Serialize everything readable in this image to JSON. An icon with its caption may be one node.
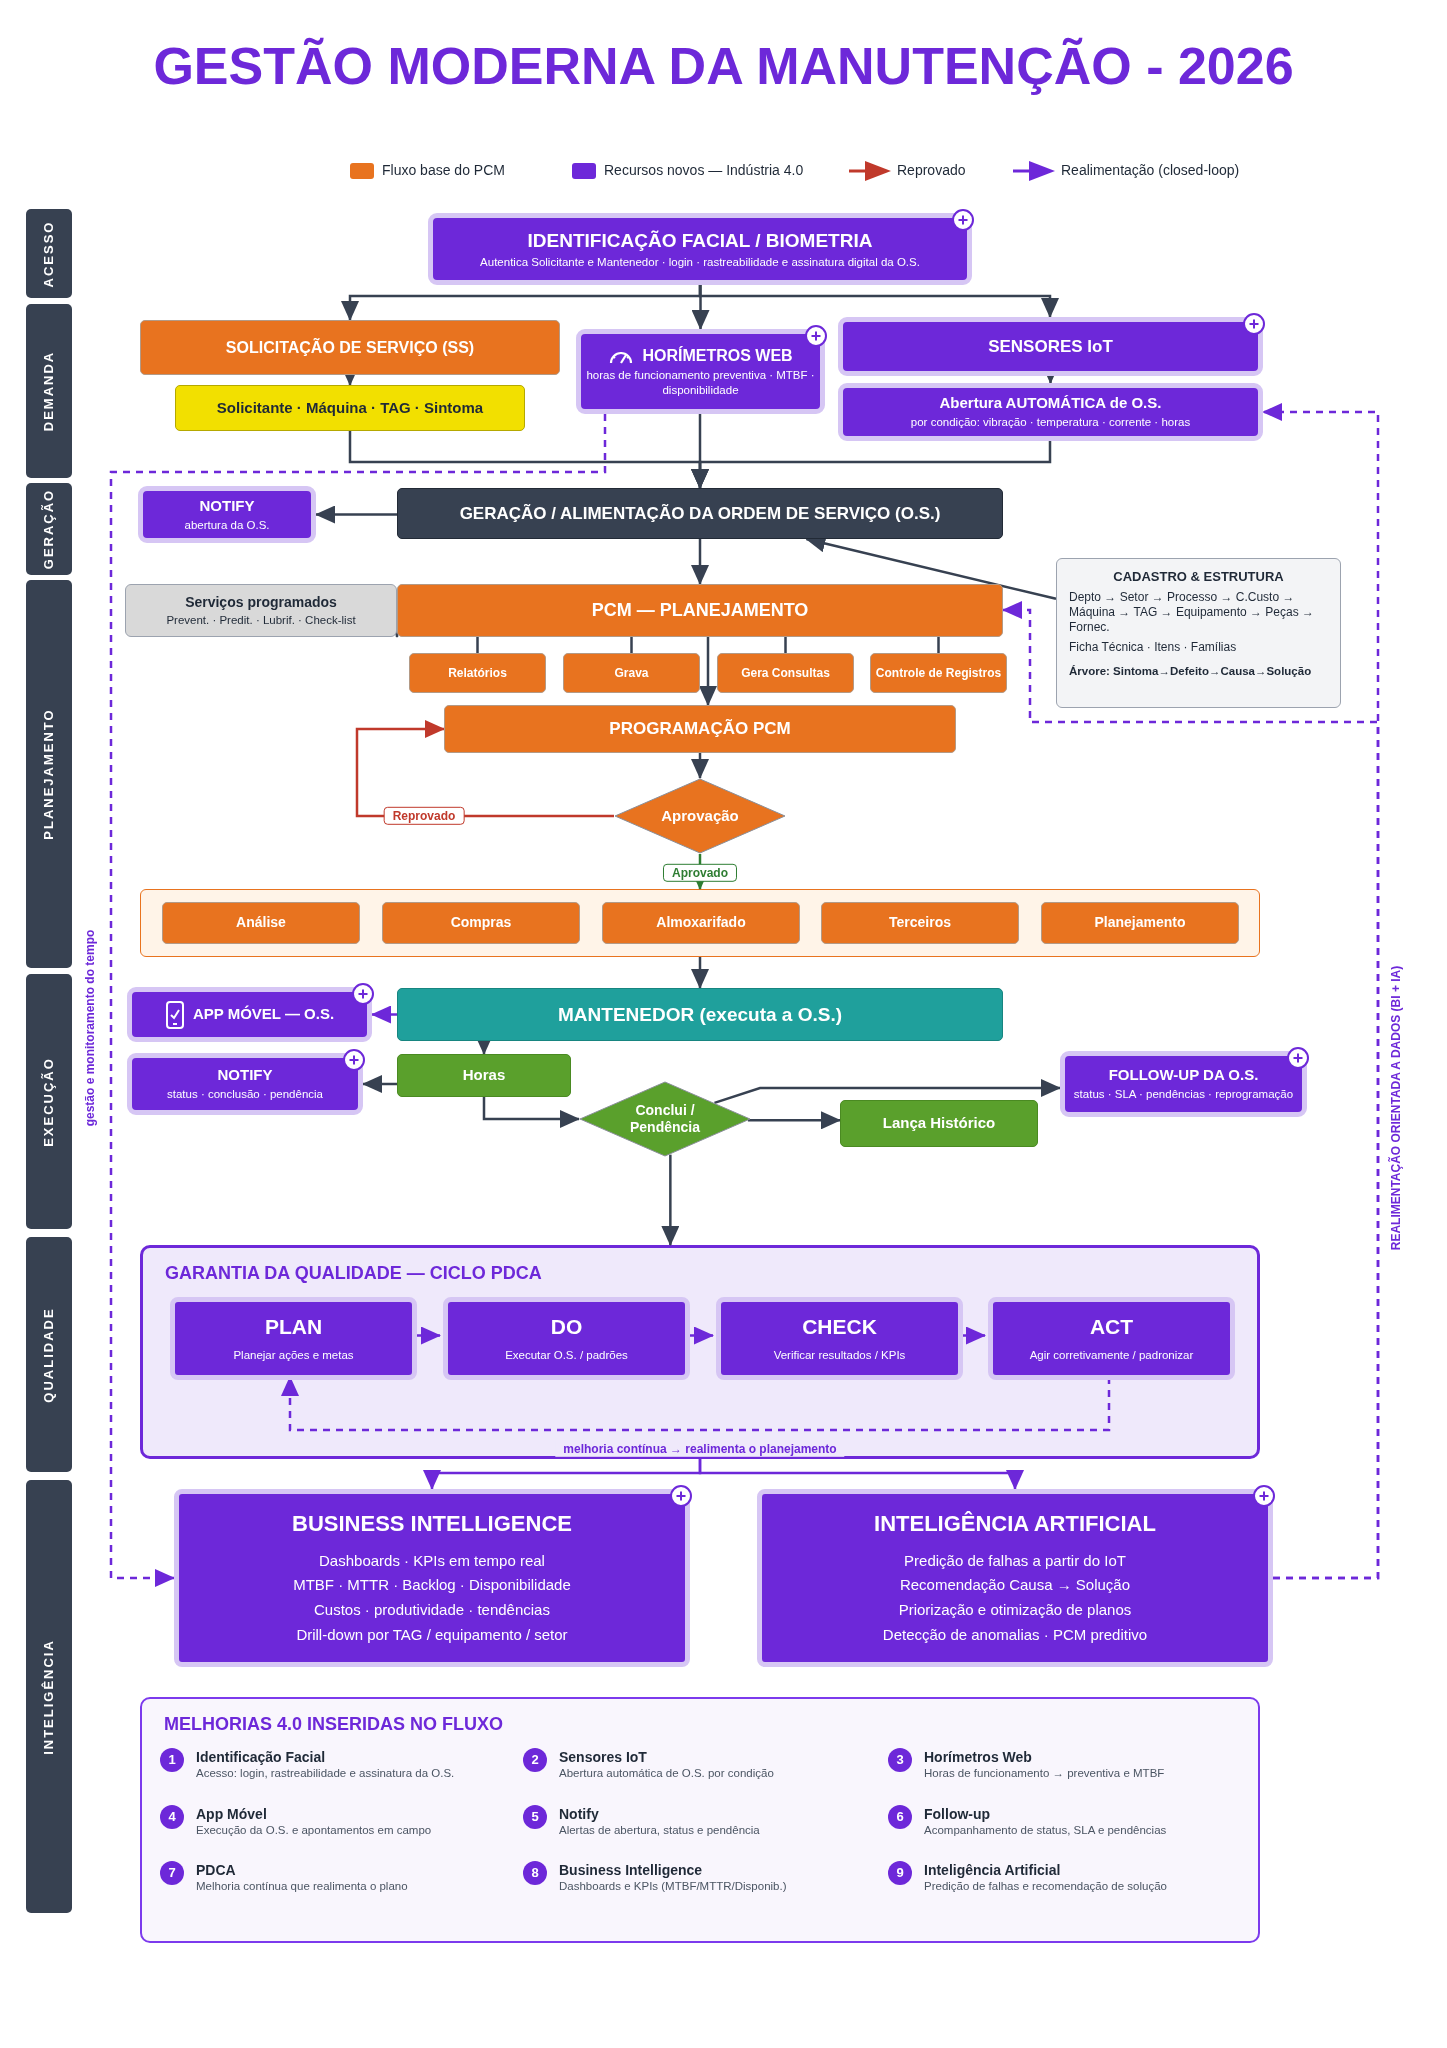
{
  "diagram": {
    "title": "GESTÃO MODERNA DA MANUTENÇÃO - 2026",
    "nodes": [
      {
        "text": [
          "IDENTIFICAÇÃO FACIAL / BIOMETRIA",
          "Autentica Solicitante e Mantenedor · login · rastreabilidade e assinatura digital da O.S."
        ]
      },
      {
        "text": [
          "SOLICITAÇÃO DE SERVIÇO (SS)"
        ]
      },
      {
        "text": [
          "Solicitante · Máquina · TAG · Sintoma"
        ]
      },
      {
        "text": [
          "HORÍMETROS WEB",
          "horas de funcionamento preventiva · MTBF · disponibilidade"
        ]
      },
      {
        "text": [
          "SENSORES IoT"
        ]
      },
      {
        "text": [
          "Abertura AUTOMÁTICA de O.S.",
          "por condição: vibração · temperatura · corrente · horas"
        ]
      },
      {
        "text": [
          "NOTIFY",
          "abertura da O.S."
        ]
      },
      {
        "text": [
          "GERAÇÃO / ALIMENTAÇÃO DA ORDEM DE SERVIÇO (O.S.)"
        ]
      },
      {
        "text": [
          "CADASTRO & ESTRUTURA",
          "Depto → Setor → Processo → C.Custo → Máquina → TAG → Equipamento → Peças → Fornec.",
          "Ficha Técnica · Itens · Famílias",
          "Árvore: Sintoma→Defeito→Causa→Solução"
        ]
      },
      {
        "text": [
          "Serviços programados",
          "Prevent. · Predit. · Lubrif. · Check-list"
        ]
      },
      {
        "text": [
          "PCM — PLANEJAMENTO"
        ]
      },
      {
        "text": [
          "Relatórios"
        ]
      },
      {
        "text": [
          "Grava"
        ]
      },
      {
        "text": [
          "Gera Consultas"
        ]
      },
      {
        "text": [
          "Controle de Registros"
        ]
      },
      {
        "text": [
          "PROGRAMAÇÃO PCM"
        ]
      },
      {
        "text": [
          "Aprovação"
        ]
      },
      {
        "text": [],
        "shape": "box"
      },
      {
        "text": [
          "Análise"
        ],
        "in": 17
      },
      {
        "text": [
          "Compras"
        ],
        "in": 17
      },
      {
        "text": [
          "Almoxarifado"
        ],
        "in": 17
      },
      {
        "text": [
          "Terceiros"
        ],
        "in": 17
      },
      {
        "text": [
          "Planejamento"
        ],
        "in": 17
      },
      {
        "text": [
          "APP MÓVEL — O.S."
        ]
      },
      {
        "text": [
          "MANTENEDOR (executa a O.S.)"
        ]
      },
      {
        "text": [
          "NOTIFY",
          "status · conclusão · pendência"
        ]
      },
      {
        "text": [
          "Horas"
        ]
      },
      {
        "text": [
          "Conclui / Pendência"
        ]
      },
      {
        "text": [
          "Lança Histórico"
        ]
      },
      {
        "text": [
          "FOLLOW-UP DA O.S.",
          "status · SLA · pendências · reprogramação"
        ]
      },
      {
        "text": [
          "GARANTIA DA QUALIDADE — CICLO PDCA"
        ]
      },
      {
        "text": [
          "PLAN",
          "Planejar ações e metas"
        ],
        "in": 30
      },
      {
        "text": [
          "DO",
          "Executar O.S. / padrões"
        ],
        "in": 30
      },
      {
        "text": [
          "CHECK",
          "Verificar resultados / KPIs"
        ],
        "in": 30
      },
      {
        "text": [
          "ACT",
          "Agir corretivamente / padronizar"
        ],
        "in": 30
      },
      {
        "text": [
          "BUSINESS INTELLIGENCE",
          "Dashboards · KPIs em tempo real",
          "MTBF · MTTR · Backlog · Disponibilidade",
          "Custos · produtividade · tendências",
          "Drill-down por TAG / equipamento / setor"
        ]
      },
      {
        "text": [
          "INTELIGÊNCIA ARTIFICIAL",
          "Predição de falhas a partir do IoT",
          "Recomendação Causa → Solução",
          "Priorização e otimização de planos",
          "Detecção de anomalias · PCM preditivo"
        ]
      },
      {
        "text": [
          "MELHORIAS 4.0 INSERIDAS NO FLUXO"
        ]
      },
      {
        "text": [
          "ACESSO"
        ]
      },
      {
        "text": [
          "DEMANDA"
        ]
      },
      {
        "text": [
          "GERAÇÃO"
        ]
      },
      {
        "text": [
          "PLANEJAMENTO"
        ]
      },
      {
        "text": [
          "EXECUÇÃO"
        ]
      },
      {
        "text": [
          "QUALIDADE"
        ]
      },
      {
        "text": [
          "INTELIGÊNCIA"
        ]
      }
    ],
    "edges": [
      {
        "from": 0,
        "to": 1,
        "arrow": "to"
      },
      {
        "from": 0,
        "to": 3,
        "arrow": "to"
      },
      {
        "from": 0,
        "to": 4,
        "arrow": "to"
      },
      {
        "from": 1,
        "to": 2,
        "arrow": "to"
      },
      {
        "from": 4,
        "to": 5,
        "arrow": "to"
      },
      {
        "from": 2,
        "to": 7,
        "arrow": "to"
      },
      {
        "from": 3,
        "to": 7,
        "arrow": "to"
      },
      {
        "from": 5,
        "to": 7,
        "arrow": "to"
      },
      {
        "from": 7,
        "to": 6,
        "arrow": "to"
      },
      {
        "from": 8,
        "to": 7,
        "arrow": "to"
      },
      {
        "from": 7,
        "to": 10,
        "arrow": "to"
      },
      {
        "from": 9,
        "to": 10,
        "arrow": "to"
      },
      {
        "from": 10,
        "to": 11,
        "arrow": "none"
      },
      {
        "from": 10,
        "to": 12,
        "arrow": "none"
      },
      {
        "from": 10,
        "to": 13,
        "arrow": "none"
      },
      {
        "from": 10,
        "to": 14,
        "arrow": "none"
      },
      {
        "from": 10,
        "to": 15,
        "arrow": "to"
      },
      {
        "from": 15,
        "to": 16,
        "arrow": "to"
      },
      {
        "from": 16,
        "to": 15,
        "arrow": "to",
        "label": "Reprovado",
        "color": "#c0392b"
      },
      {
        "from": 16,
        "to": 17,
        "arrow": "to",
        "label": "Aprovado",
        "color": "#2e7d32"
      },
      {
        "from": 17,
        "to": 24,
        "arrow": "to"
      },
      {
        "from": 24,
        "to": 23,
        "arrow": "to",
        "color": "#6d28d9"
      },
      {
        "from": 24,
        "to": 26,
        "arrow": "to"
      },
      {
        "from": 26,
        "to": 25,
        "arrow": "to"
      },
      {
        "from": 26,
        "to": 27,
        "arrow": "to"
      },
      {
        "from": 27,
        "to": 28,
        "arrow": "to"
      },
      {
        "from": 27,
        "to": 29,
        "arrow": "to"
      },
      {
        "from": 27,
        "to": 30,
        "arrow": "to"
      },
      {
        "from": 31,
        "to": 32,
        "arrow": "to",
        "color": "#6d28d9"
      },
      {
        "from": 32,
        "to": 33,
        "arrow": "to",
        "color": "#6d28d9"
      },
      {
        "from": 33,
        "to": 34,
        "arrow": "to",
        "color": "#6d28d9"
      },
      {
        "from": 34,
        "to": 31,
        "arrow": "to",
        "label": "melhoria contínua → realimenta o planejamento",
        "style": "dashed",
        "color": "#6d28d9"
      },
      {
        "from": 30,
        "to": 35,
        "arrow": "to",
        "color": "#6d28d9"
      },
      {
        "from": 30,
        "to": 36,
        "arrow": "to",
        "color": "#6d28d9"
      },
      {
        "from": 3,
        "to": 35,
        "arrow": "to",
        "label": "gestão e monitoramento do tempo",
        "style": "dashed",
        "color": "#6d28d9"
      },
      {
        "from": 36,
        "to": 5,
        "arrow": "to",
        "label": "REALIMENTAÇÃO ORIENTADA A DADOS (BI + IA)",
        "style": "dashed",
        "color": "#6d28d9"
      },
      {
        "from": 36,
        "to": 10,
        "arrow": "to",
        "style": "dashed",
        "color": "#6d28d9"
      }
    ],
    "labels": [
      "1",
      "Identificação Facial",
      "Acesso: login, rastreabilidade e assinatura da O.S.",
      "2",
      "Sensores IoT",
      "Abertura automática de O.S. por condição",
      "3",
      "Horímetros Web",
      "Horas de funcionamento → preventiva e MTBF",
      "4",
      "App Móvel",
      "Execução da O.S. e apontamentos em campo",
      "5",
      "Notify",
      "Alertas de abertura, status e pendência",
      "6",
      "Follow-up",
      "Acompanhamento de status, SLA e pendências",
      "7",
      "PDCA",
      "Melhoria contínua que realimenta o plano",
      "8",
      "Business Intelligence",
      "Dashboards e KPIs (MTBF/MTTR/Disponib.)",
      "9",
      "Inteligência Artificial",
      "Predição de falhas e recomendação de solução"
    ],
    "legend": [
      {
        "text": "Fluxo base do PCM",
        "color": "#e8731f"
      },
      {
        "text": "Recursos novos — Indústria 4.0",
        "color": "#6d28d9"
      },
      {
        "text": "Reprovado"
      },
      {
        "text": "Realimentação (closed-loop)"
      }
    ]
  }
}
